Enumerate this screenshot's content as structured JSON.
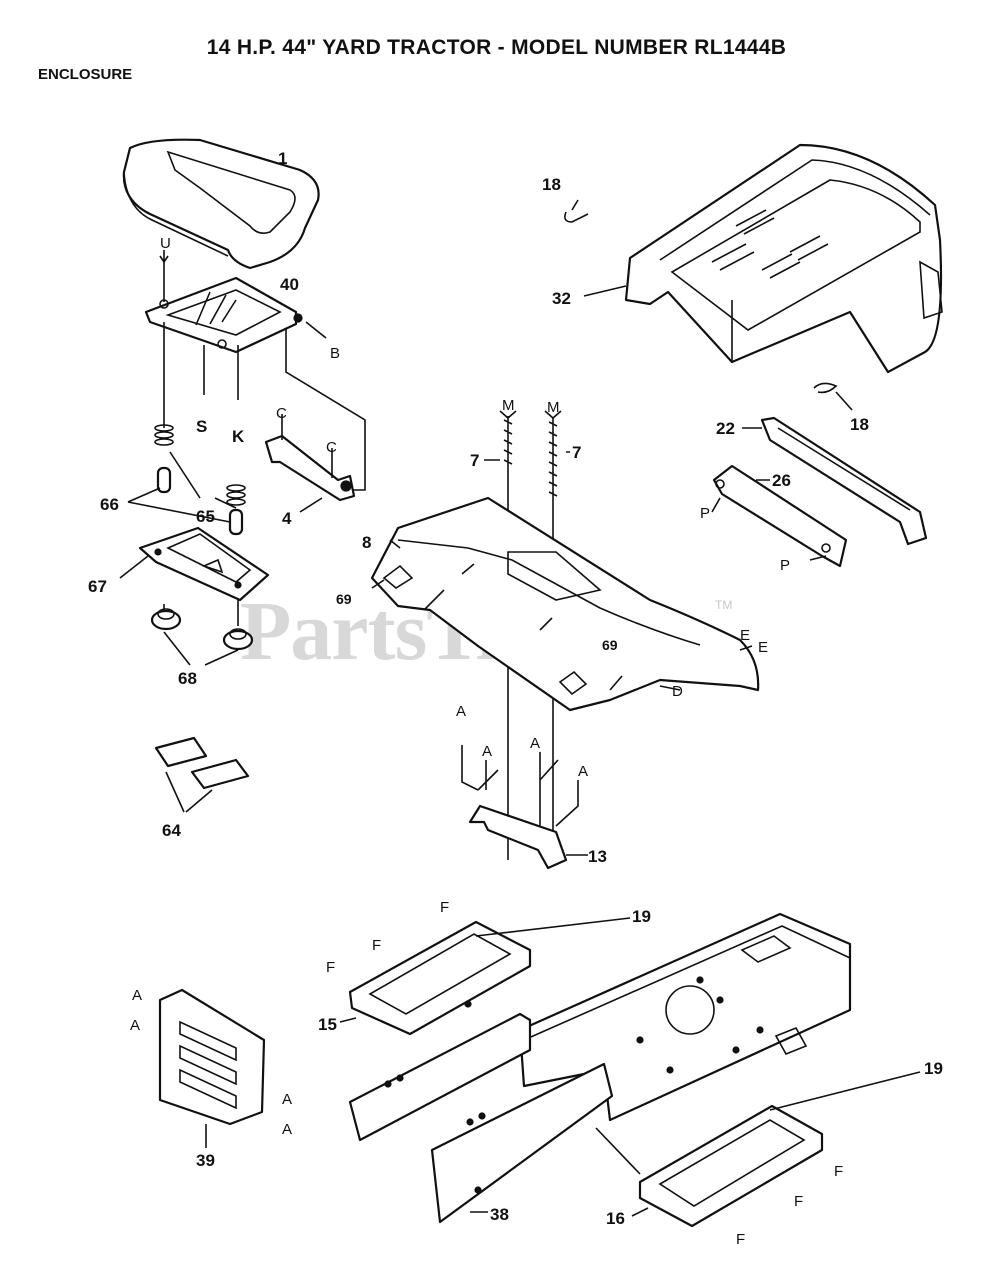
{
  "title": "14 H.P. 44\" YARD TRACTOR - MODEL NUMBER RL1444B",
  "section": "ENCLOSURE",
  "watermark": "PartsTree",
  "watermark_tm": "TM",
  "callouts": {
    "c1": "1",
    "c40": "40",
    "c65": "65",
    "c66": "66",
    "c67": "67",
    "c68": "68",
    "c4": "4",
    "c64": "64",
    "c18a": "18",
    "c18b": "18",
    "c32": "32",
    "c22": "22",
    "c26": "26",
    "c7a": "7",
    "c7b": "7",
    "c8": "8",
    "c69a": "69",
    "c69b": "69",
    "c13": "13",
    "c19a": "19",
    "c19b": "19",
    "c15": "15",
    "c39": "39",
    "c38": "38",
    "c16": "16"
  },
  "refs": {
    "U": "U",
    "B": "B",
    "S": "S",
    "K": "K",
    "C1": "C",
    "C2": "C",
    "M1": "M",
    "M2": "M",
    "P1": "P",
    "P2": "P",
    "E1": "E",
    "E2": "E",
    "D": "D",
    "A1": "A",
    "A2": "A",
    "A3": "A",
    "A4": "A",
    "F1": "F",
    "F2": "F",
    "F3": "F",
    "F4": "F",
    "F5": "F",
    "F6": "F",
    "A5": "A",
    "A6": "A",
    "A7": "A",
    "A8": "A"
  }
}
